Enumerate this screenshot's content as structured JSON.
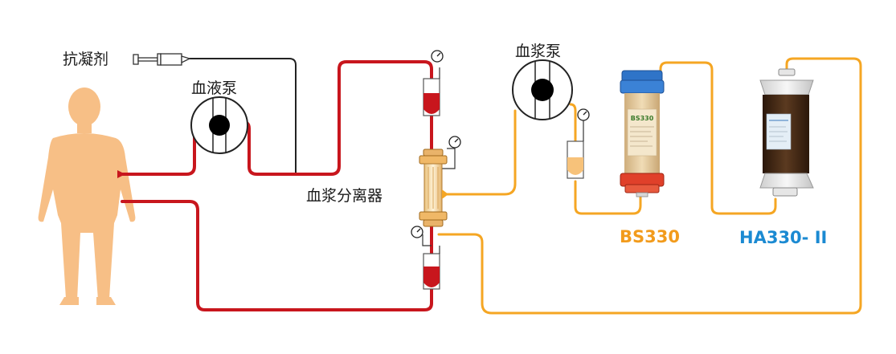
{
  "labels": {
    "anticoagulant": "抗凝剂",
    "blood_pump": "血液泵",
    "plasma_pump": "血浆泵",
    "plasma_separator": "血浆分离器",
    "cartridge1": "BS330",
    "cartridge2": "HA330- II"
  },
  "cartridge_labels": {
    "cartridge1": "BS330"
  },
  "colors": {
    "blood_line": "#c8161d",
    "plasma_line": "#f5a623",
    "anticoagulant_line": "#222222",
    "body": "#f7bf86",
    "cartridge1_label": "#f29b1c",
    "cartridge2_label": "#1b8ad2",
    "cap_blue": "#2f74c8",
    "cap_red": "#e0402a",
    "resin_beige": "#e2c79c",
    "resin_dark": "#3f2412"
  },
  "icons": [
    "human-silhouette",
    "syringe-icon",
    "pump-icon",
    "pressure-gauge-icon",
    "drip-chamber-icon",
    "filter-icon",
    "cartridge-icon"
  ]
}
